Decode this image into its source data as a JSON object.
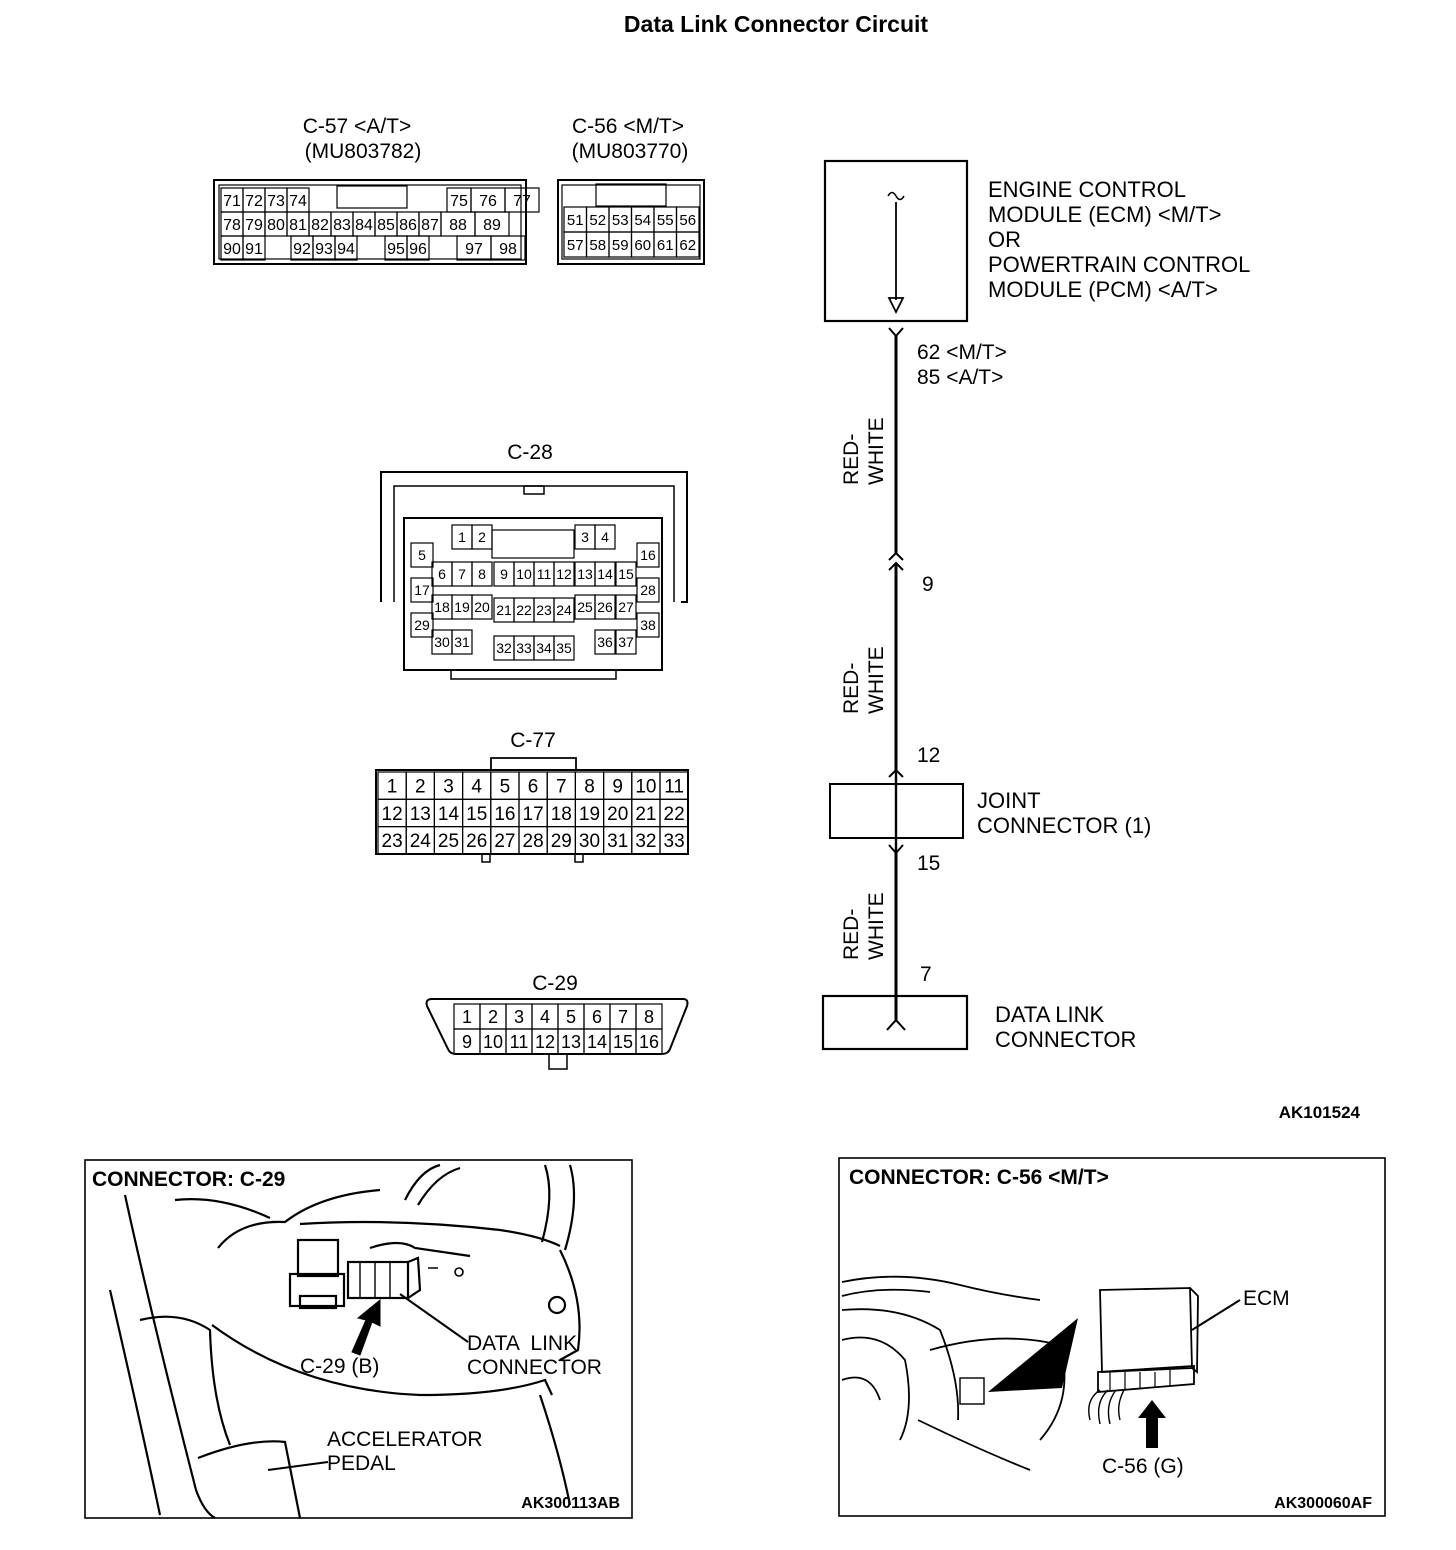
{
  "title": "Data Link Connector Circuit",
  "connectors": {
    "c57": {
      "name": "C-57 <A/T>",
      "part": "(MU803782)",
      "rows": [
        [
          "71",
          "72",
          "73",
          "74",
          "",
          "75",
          "76",
          "77"
        ],
        [
          "78",
          "79",
          "80",
          "81",
          "82",
          "83",
          "84",
          "85",
          "86",
          "87",
          "88",
          "89"
        ],
        [
          "90",
          "91",
          "",
          "92",
          "93",
          "94",
          "",
          "95",
          "96",
          "",
          "97",
          "98"
        ]
      ]
    },
    "c56": {
      "name": "C-56 <M/T>",
      "part": "(MU803770)",
      "rows": [
        [
          "51",
          "52",
          "53",
          "54",
          "55",
          "56"
        ],
        [
          "57",
          "58",
          "59",
          "60",
          "61",
          "62"
        ]
      ]
    },
    "c28": {
      "name": "C-28",
      "pins": [
        "1",
        "2",
        "3",
        "4",
        "5",
        "6",
        "7",
        "8",
        "9",
        "10",
        "11",
        "12",
        "13",
        "14",
        "15",
        "16",
        "17",
        "18",
        "19",
        "20",
        "21",
        "22",
        "23",
        "24",
        "25",
        "26",
        "27",
        "28",
        "29",
        "30",
        "31",
        "32",
        "33",
        "34",
        "35",
        "36",
        "37",
        "38"
      ]
    },
    "c77": {
      "name": "C-77",
      "rows": [
        [
          "1",
          "2",
          "3",
          "4",
          "5",
          "6",
          "7",
          "8",
          "9",
          "10",
          "11"
        ],
        [
          "12",
          "13",
          "14",
          "15",
          "16",
          "17",
          "18",
          "19",
          "20",
          "21",
          "22"
        ],
        [
          "23",
          "24",
          "25",
          "26",
          "27",
          "28",
          "29",
          "30",
          "31",
          "32",
          "33"
        ]
      ]
    },
    "c29": {
      "name": "C-29",
      "rows": [
        [
          "1",
          "2",
          "3",
          "4",
          "5",
          "6",
          "7",
          "8"
        ],
        [
          "9",
          "10",
          "11",
          "12",
          "13",
          "14",
          "15",
          "16"
        ]
      ]
    }
  },
  "circuit": {
    "ecm_lines": [
      "ENGINE CONTROL",
      "MODULE (ECM) <M/T>",
      "OR",
      "POWERTRAIN CONTROL",
      "MODULE (PCM) <A/T>"
    ],
    "ecm_pins": [
      "62 <M/T>",
      "85 <A/T>"
    ],
    "wire_color": [
      "RED-",
      "WHITE"
    ],
    "pin_9": "9",
    "pin_12": "12",
    "joint_lines": [
      "JOINT",
      "CONNECTOR (1)"
    ],
    "pin_15": "15",
    "pin_7": "7",
    "dlc_lines": [
      "DATA LINK",
      "CONNECTOR"
    ],
    "figure_id": "AK101524"
  },
  "inset_left": {
    "title": "CONNECTOR: C-29",
    "callout": "C-29 (B)",
    "dlc_lines": [
      "DATA  LINK",
      "CONNECTOR"
    ],
    "pedal_lines": [
      "ACCELERATOR",
      "PEDAL"
    ],
    "figure_id": "AK300113AB"
  },
  "inset_right": {
    "title": "CONNECTOR: C-56 <M/T>",
    "ecm_label": "ECM",
    "callout": "C-56 (G)",
    "figure_id": "AK300060AF"
  }
}
